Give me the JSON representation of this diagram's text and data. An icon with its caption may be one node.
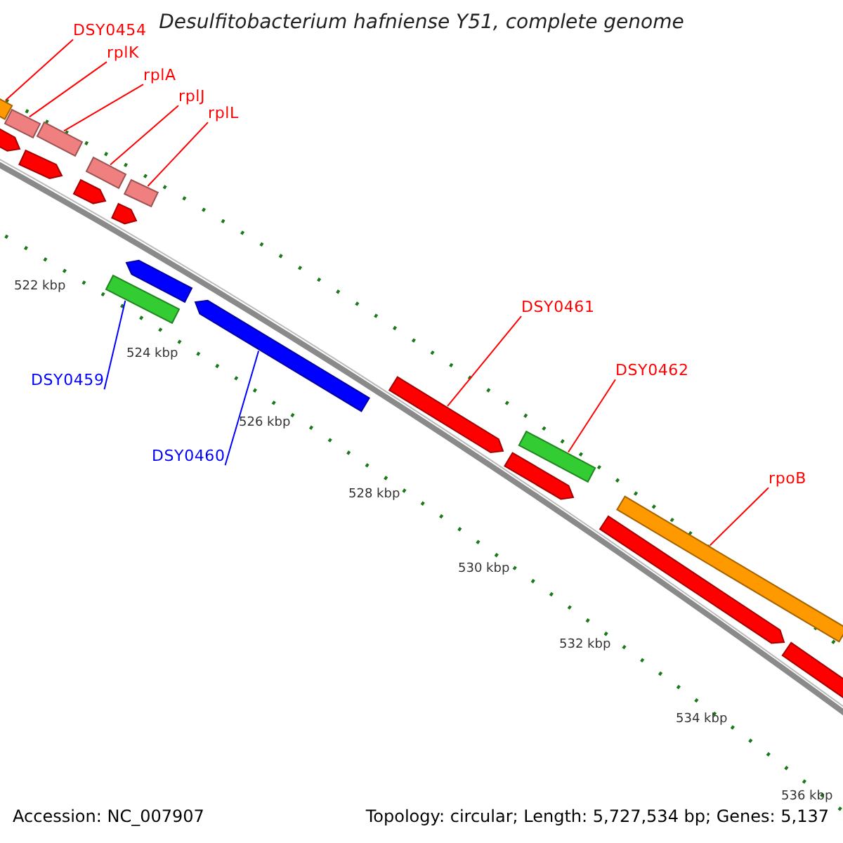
{
  "diagram": {
    "title": "Desulfitobacterium hafniense Y51, complete genome",
    "nodes": [
      {
        "text": [
          "DSY0454"
        ]
      },
      {
        "text": [
          "rplK"
        ]
      },
      {
        "text": [
          "rplA"
        ]
      },
      {
        "text": [
          "rplJ"
        ]
      },
      {
        "text": [
          "rplL"
        ]
      },
      {
        "text": [
          "DSY0461"
        ]
      },
      {
        "text": [
          "DSY0462"
        ]
      },
      {
        "text": [
          "DSY0459"
        ]
      },
      {
        "text": [
          "DSY0460"
        ]
      },
      {
        "text": [
          "rpoB"
        ]
      },
      {
        "text": [],
        "shape": "bar"
      },
      {
        "text": [],
        "shape": "bar"
      },
      {
        "text": [],
        "shape": "bar"
      },
      {
        "text": [],
        "shape": "bar"
      },
      {
        "text": [],
        "shape": "bar"
      },
      {
        "text": [],
        "shape": "bar"
      },
      {
        "text": [],
        "shape": "bar"
      },
      {
        "text": [],
        "shape": "bar"
      },
      {
        "text": [],
        "shape": "bar"
      },
      {
        "text": [],
        "shape": "bar"
      },
      {
        "text": [],
        "shape": "bar"
      },
      {
        "text": [],
        "shape": "bar"
      },
      {
        "text": [],
        "shape": "bar"
      },
      {
        "text": [],
        "shape": "bar"
      },
      {
        "text": [],
        "shape": "bar"
      },
      {
        "text": [],
        "shape": "bar"
      },
      {
        "text": [],
        "shape": "bar"
      },
      {
        "text": [],
        "shape": "bar"
      }
    ],
    "edges": [
      {
        "from": 0,
        "to": 10,
        "arrow": "none"
      },
      {
        "from": 1,
        "to": 12,
        "arrow": "none"
      },
      {
        "from": 2,
        "to": 14,
        "arrow": "none"
      },
      {
        "from": 3,
        "to": 16,
        "arrow": "none"
      },
      {
        "from": 4,
        "to": 20,
        "arrow": "none"
      },
      {
        "from": 5,
        "to": 22,
        "arrow": "none"
      },
      {
        "from": 6,
        "to": 24,
        "arrow": "none"
      },
      {
        "from": 7,
        "to": 17,
        "arrow": "none",
        "color": "#0000ff"
      },
      {
        "from": 8,
        "to": 21,
        "arrow": "none",
        "color": "#0000ff"
      },
      {
        "from": 9,
        "to": 26,
        "arrow": "none"
      }
    ],
    "labels": [
      "522 kbp",
      "524 kbp",
      "526 kbp",
      "528 kbp",
      "530 kbp",
      "532 kbp",
      "534 kbp",
      "536 kbp",
      "Accession: NC_007907",
      "Topology: circular; Length: 5,727,534 bp; Genes: 5,137"
    ]
  }
}
